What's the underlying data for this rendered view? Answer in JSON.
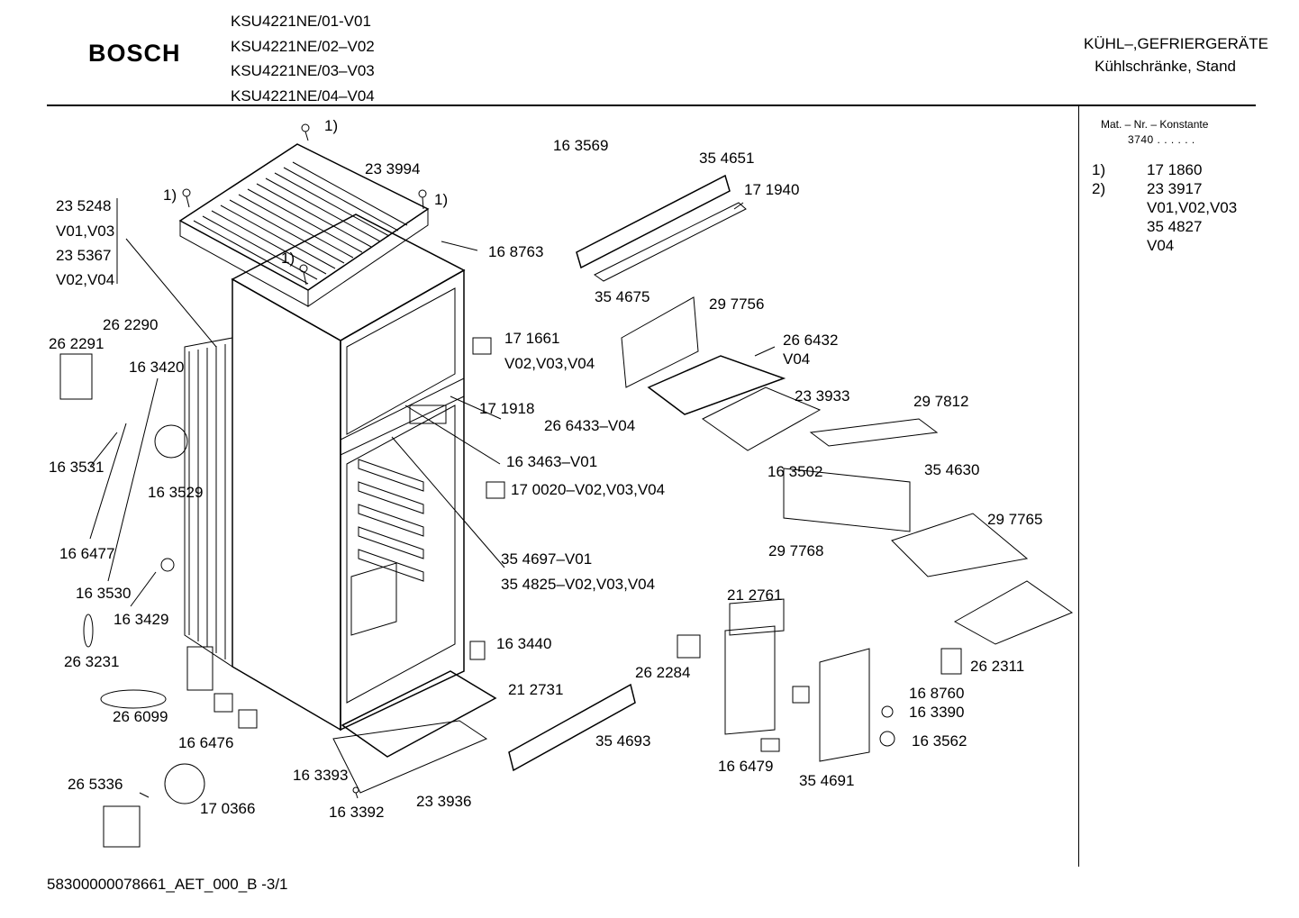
{
  "header": {
    "brand": "BOSCH",
    "models": [
      "KSU4221NE/01-V01",
      "KSU4221NE/02–V02",
      "KSU4221NE/03–V03",
      "KSU4221NE/04–V04"
    ],
    "category_line1": "KÜHL–,GEFRIERGERÄTE",
    "category_line2": "Kühlschränke, Stand"
  },
  "sidebar": {
    "title": "Mat. – Nr. – Konstante",
    "number": "3740  .  .    .  .  .  .",
    "footnotes": [
      {
        "mark": "1)",
        "lines": [
          "17 1860"
        ]
      },
      {
        "mark": "2)",
        "lines": [
          "23 3917",
          "V01,V02,V03",
          "35 4827",
          "V04"
        ]
      }
    ]
  },
  "labels": {
    "l233994": "23 3994",
    "l235248": "23 5248",
    "lv0103": "V01,V03",
    "l235367": "23 5367",
    "lv0204": "V02,V04",
    "l168763": "16 8763",
    "l163569": "16 3569",
    "l354651": "35 4651",
    "l171940": "17 1940",
    "l354675": "35 4675",
    "l297756": "29 7756",
    "l266432": "26 6432",
    "lv04": "V04",
    "l262290": "26 2290",
    "l262291": "26 2291",
    "l163420": "16 3420",
    "l171661": "17 1661",
    "lv020304": "V02,V03,V04",
    "l171918": "17 1918",
    "l266433": "26 6433–V04",
    "l233933": "23 3933",
    "l297812": "29 7812",
    "l163531": "16 3531",
    "l163529": "16 3529",
    "l163463": "16 3463–V01",
    "l170020": "17 0020–V02,V03,V04",
    "l163502": "16 3502",
    "l354630": "35 4630",
    "l297765": "29 7765",
    "l297768": "29 7768",
    "l166477": "16 6477",
    "l354697": "35 4697–V01",
    "l354825": "35 4825–V02,V03,V04",
    "l163530": "16 3530",
    "l163429": "16 3429",
    "l212761": "21 2761",
    "l263231": "26 3231",
    "l163440": "16 3440",
    "l262284": "26 2284",
    "l262311": "26 2311",
    "l212731": "21 2731",
    "l266099": "26 6099",
    "l168760": "16 8760",
    "l163390": "16 3390",
    "l354693": "35 4693",
    "l163562": "16 3562",
    "l166476": "16 6476",
    "l166479": "16 6479",
    "l265336": "26 5336",
    "l163393": "16 3393",
    "l354691": "35 4691",
    "l233936": "23 3936",
    "l170366": "17 0366",
    "l163392": "16 3392",
    "fn1a": "1)",
    "fn1b": "1)",
    "fn1c": "1)",
    "fn1d": "1)"
  },
  "footer": {
    "doc_id": "58300000078661_AET_000_B  -3/1"
  }
}
